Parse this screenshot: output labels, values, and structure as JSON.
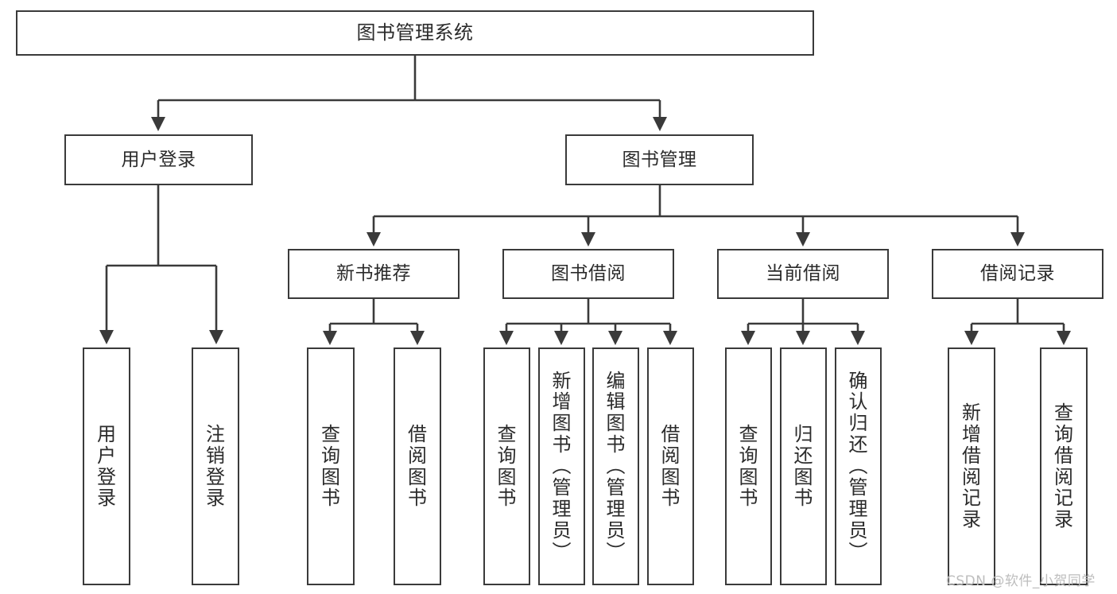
{
  "diagram": {
    "title": "图书管理系统",
    "type": "tree-structure-chart",
    "watermark": "CSDN @软件_小贺同学",
    "colors": {
      "box_border": "#3a3a3a",
      "box_fill": "#ffffff",
      "line": "#3a3a3a",
      "text": "#2b2b2b",
      "watermark": "#bdbdbd",
      "background": "#ffffff"
    }
  },
  "nodes": {
    "root": {
      "label": "图书管理系统"
    },
    "level2": [
      {
        "id": "user-login",
        "label": "用户登录"
      },
      {
        "id": "book-manage",
        "label": "图书管理"
      }
    ],
    "level3": [
      {
        "id": "new-book-recommend",
        "label": "新书推荐"
      },
      {
        "id": "book-borrow",
        "label": "图书借阅"
      },
      {
        "id": "current-borrow",
        "label": "当前借阅"
      },
      {
        "id": "borrow-record",
        "label": "借阅记录"
      }
    ],
    "leaves": [
      {
        "id": "leaf-user-login",
        "parent": "user-login",
        "label": "用户登录"
      },
      {
        "id": "leaf-logout",
        "parent": "user-login",
        "label": "注销登录"
      },
      {
        "id": "leaf-query-book-1",
        "parent": "new-book-recommend",
        "label": "查询图书"
      },
      {
        "id": "leaf-borrow-book-1",
        "parent": "new-book-recommend",
        "label": "借阅图书"
      },
      {
        "id": "leaf-query-book-2",
        "parent": "book-borrow",
        "label": "查询图书"
      },
      {
        "id": "leaf-add-book",
        "parent": "book-borrow",
        "label": "新增图书（管理员）"
      },
      {
        "id": "leaf-edit-book",
        "parent": "book-borrow",
        "label": "编辑图书（管理员）"
      },
      {
        "id": "leaf-borrow-book-2",
        "parent": "book-borrow",
        "label": "借阅图书"
      },
      {
        "id": "leaf-query-book-3",
        "parent": "current-borrow",
        "label": "查询图书"
      },
      {
        "id": "leaf-return-book",
        "parent": "current-borrow",
        "label": "归还图书"
      },
      {
        "id": "leaf-confirm-return",
        "parent": "current-borrow",
        "label": "确认归还（管理员）"
      },
      {
        "id": "leaf-add-record",
        "parent": "borrow-record",
        "label": "新增借阅记录"
      },
      {
        "id": "leaf-query-record",
        "parent": "borrow-record",
        "label": "查询借阅记录"
      }
    ]
  }
}
